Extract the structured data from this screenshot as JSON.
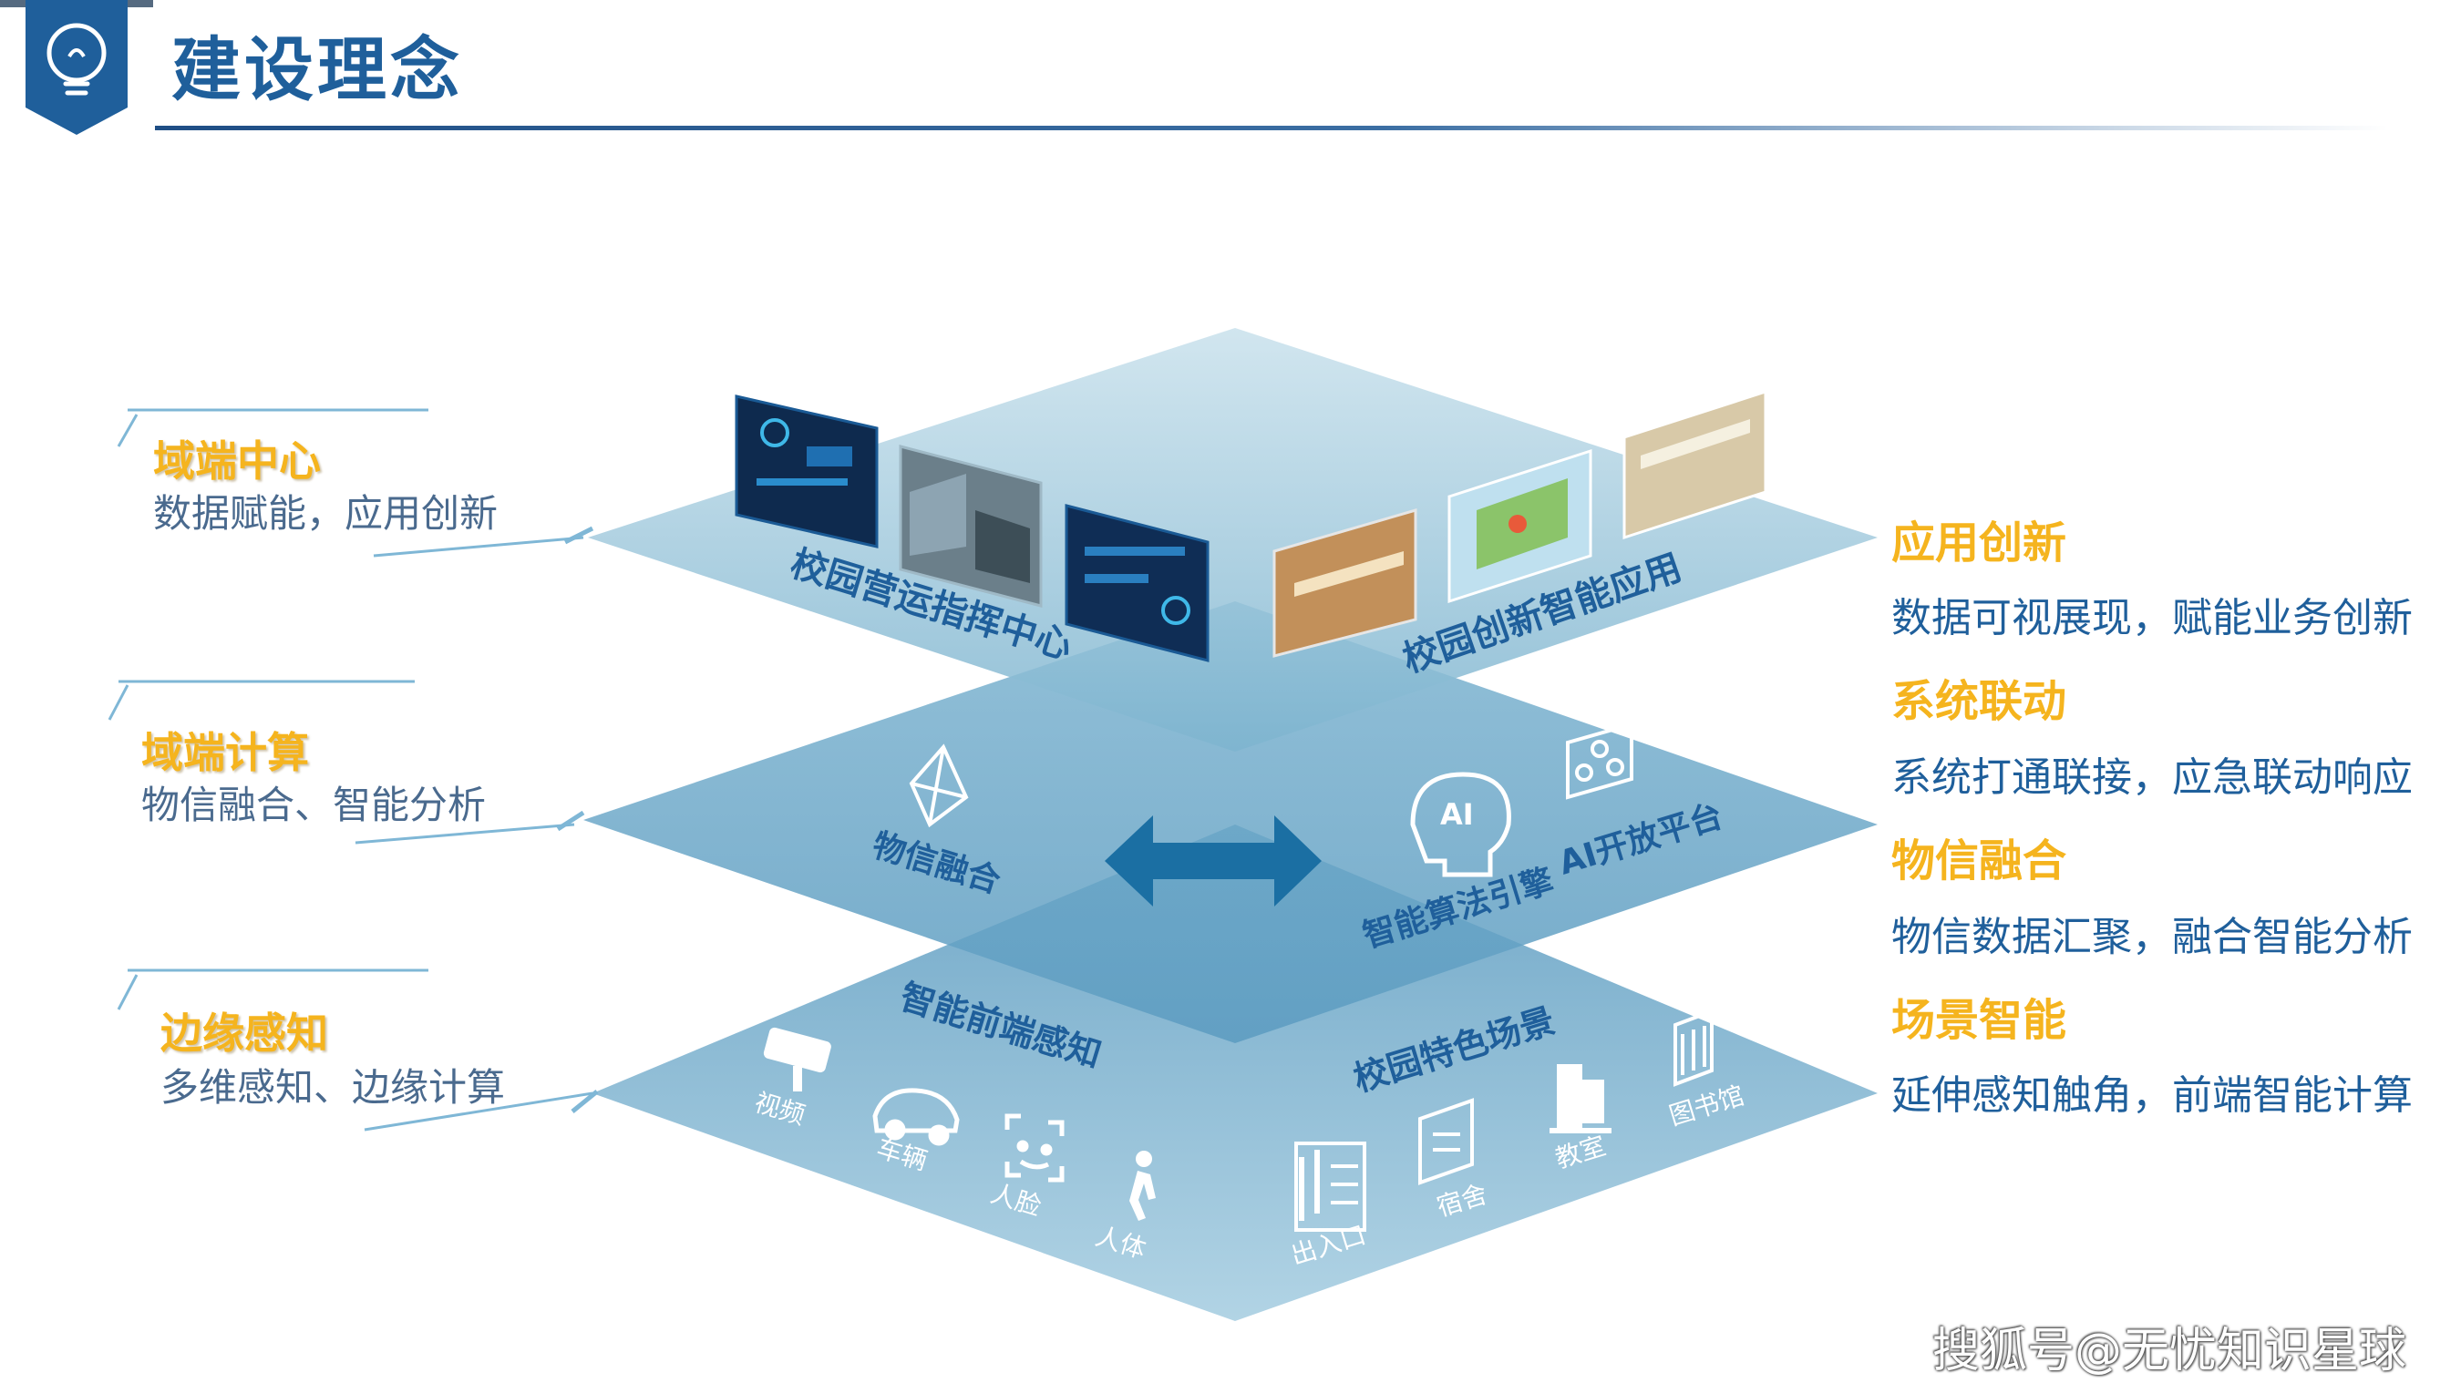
{
  "header": {
    "title": "建设理念",
    "icon": "lightbulb-icon",
    "accent_color": "#1f5f9b"
  },
  "left_labels": [
    {
      "title": "域端中心",
      "subtitle": "数据赋能，应用创新"
    },
    {
      "title": "域端计算",
      "subtitle": "物信融合、智能分析"
    },
    {
      "title": "边缘感知",
      "subtitle": "多维感知、边缘计算"
    }
  ],
  "layers": {
    "top": {
      "left_label": "校园营运指挥中心",
      "right_label": "校园创新智能应用"
    },
    "middle": {
      "left_label": "物信融合",
      "engine_label": "智能算法引擎",
      "platform_label": "AI开放平台",
      "ai_text": "AI"
    },
    "bottom": {
      "left_title": "智能前端感知",
      "right_title": "校园特色场景",
      "left_items": [
        "视频",
        "车辆",
        "人脸",
        "人体"
      ],
      "right_items": [
        "出入口",
        "宿舍",
        "教室",
        "图书馆"
      ]
    }
  },
  "right_labels": [
    {
      "title": "应用创新",
      "subtitle": "数据可视展现，赋能业务创新"
    },
    {
      "title": "系统联动",
      "subtitle": "系统打通联接，应急联动响应"
    },
    {
      "title": "物信融合",
      "subtitle": "物信数据汇聚，融合智能分析"
    },
    {
      "title": "场景智能",
      "subtitle": "延伸感知触角，前端智能计算"
    }
  ],
  "watermark": "搜狐号@无忧知识星球",
  "colors": {
    "title_blue": "#1f5f9b",
    "label_gold": "#f5b41e",
    "layer_blue": "#6aa9c9",
    "arrow_blue": "#1b6fa3"
  }
}
